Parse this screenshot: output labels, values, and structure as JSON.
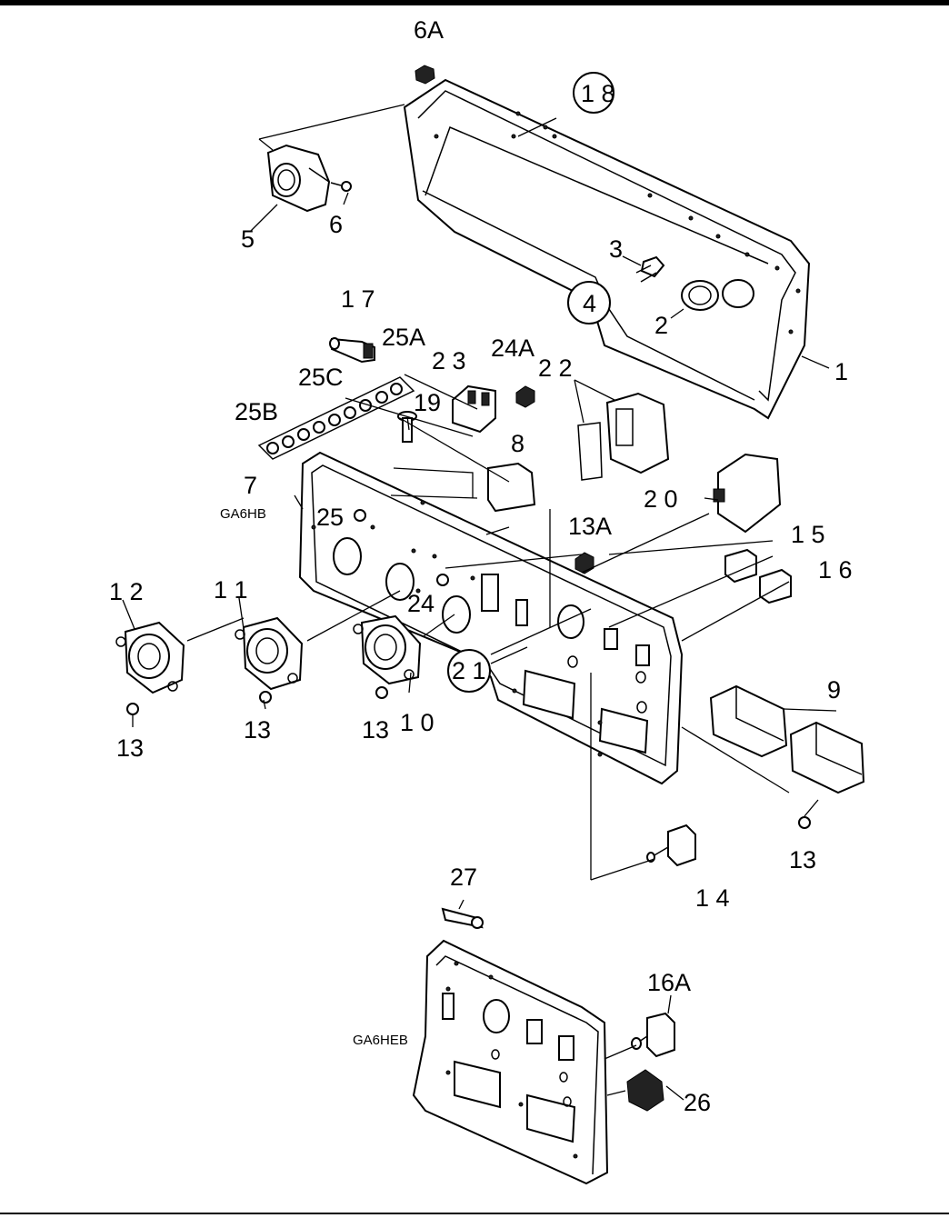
{
  "labels": {
    "p6a": "6A",
    "p18": "1 8",
    "p5": "5",
    "p6": "6",
    "p3": "3",
    "p4": "4",
    "p2": "2",
    "p1": "1",
    "p17": "1 7",
    "p25a": "25A",
    "p25c": "25C",
    "p23": "2 3",
    "p24a": "24A",
    "p22": "2 2",
    "p25b": "25B",
    "p19": "19",
    "p8": "8",
    "p7": "7",
    "ga6hb": "GA6HB",
    "p20": "2 0",
    "p25": "25",
    "p13a": "13A",
    "p15": "1 5",
    "p16": "1 6",
    "p12": "1 2",
    "p11": "1 1",
    "p24": "24",
    "p21": "2 1",
    "p9": "9",
    "p13_a": "13",
    "p13_b": "13",
    "p13_c": "13",
    "p10": "1 0",
    "p13_d": "13",
    "p14": "1 4",
    "p27": "27",
    "p16a": "16A",
    "ga6heb": "GA6HEB",
    "p26": "26"
  }
}
